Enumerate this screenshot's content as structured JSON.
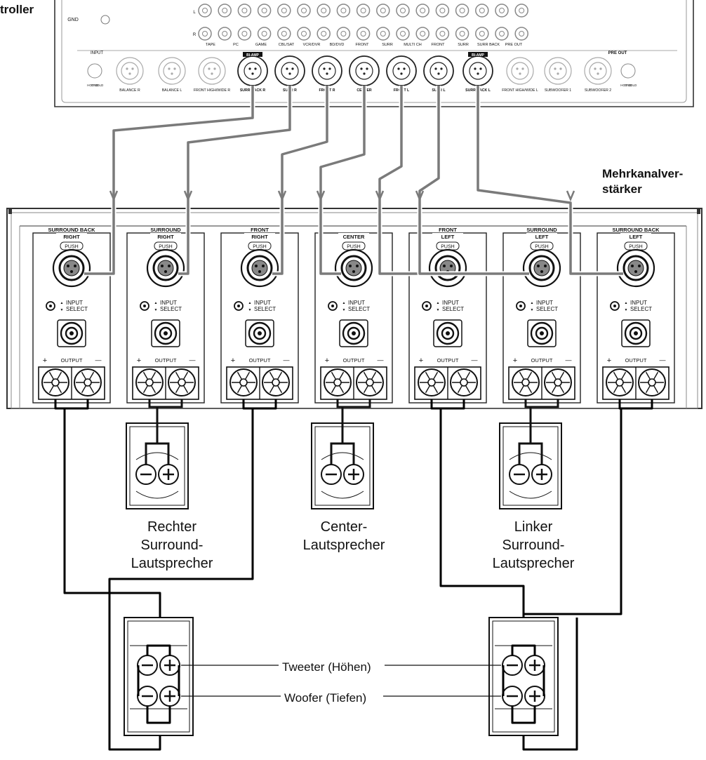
{
  "labels": {
    "controller_fragment": "troller",
    "amplifier_line1": "Mehrkanalver-",
    "amplifier_line2": "stärker",
    "right_surround_speaker": [
      "Rechter",
      "Surround-",
      "Lautsprecher"
    ],
    "center_speaker": [
      "Center-",
      "Lautsprecher"
    ],
    "left_surround_speaker": [
      "Linker",
      "Surround-",
      "Lautsprecher"
    ],
    "tweeter": "Tweeter (Höhen)",
    "woofer": "Woofer (Tiefen)"
  },
  "controller_panel": {
    "ground_label": "GND",
    "input_label": "INPUT",
    "pre_out_label": "PRE OUT",
    "top_labels": [
      "TAPE",
      "PC",
      "GAME",
      "CBL/SAT",
      "VCR/DVR",
      "BD/DVD",
      "FRONT",
      "SURR",
      "MULTI CH",
      "FRONT",
      "SURR",
      "SURR BACK",
      "PRE OUT"
    ],
    "jack_labels": [
      "BALANCE R",
      "BALANCE L",
      "FRONT HIGH/WIDE R",
      "SURR BACK R",
      "SURR R",
      "FRONT R",
      "CENTER",
      "FRONT L",
      "SURR L",
      "SURR BACK L",
      "FRONT HIGH/WIDE L",
      "SUBWOOFER 1",
      "SUBWOOFER 2"
    ],
    "amp_tag": "BI-AMP",
    "pin_labels": [
      "HOT",
      "GND",
      "COLD"
    ]
  },
  "amplifier": {
    "channels": [
      {
        "line1": "SURROUND BACK",
        "line2": "RIGHT"
      },
      {
        "line1": "SURROUND",
        "line2": "RIGHT"
      },
      {
        "line1": "FRONT",
        "line2": "RIGHT"
      },
      {
        "line1": "",
        "line2": "CENTER"
      },
      {
        "line1": "FRONT",
        "line2": "LEFT"
      },
      {
        "line1": "SURROUND",
        "line2": "LEFT"
      },
      {
        "line1": "SURROUND BACK",
        "line2": "LEFT"
      }
    ],
    "push_label": "PUSH",
    "input_select_line1": "INPUT",
    "input_select_line2": "SELECT",
    "output_label": "OUTPUT",
    "plus": "+",
    "minus": "—"
  },
  "colors": {
    "cable_signal": "#7a7a7a",
    "speaker_wire": "#000000",
    "outline": "#333333",
    "panel_fill": "#ffffff"
  }
}
